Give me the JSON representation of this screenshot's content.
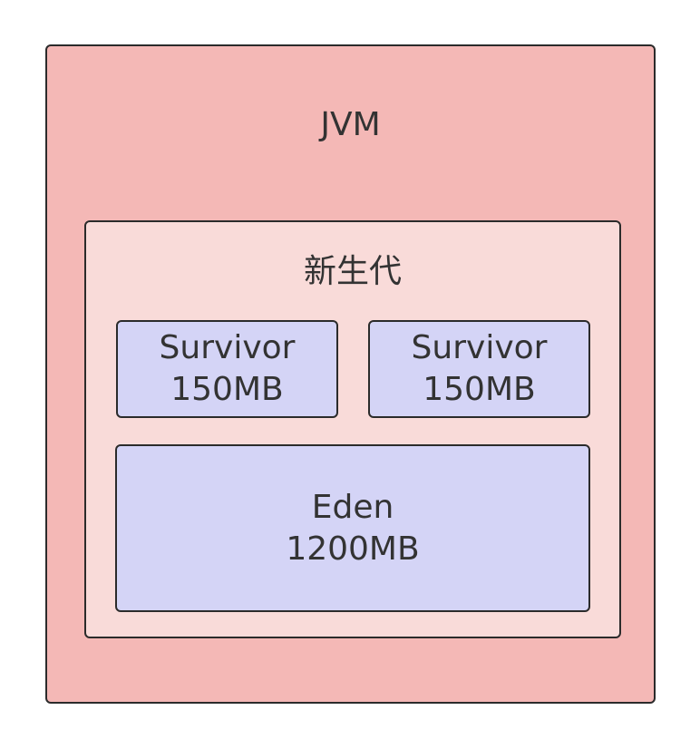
{
  "jvm": {
    "label": "JVM",
    "color": "#f4b8b6"
  },
  "young_generation": {
    "label": "新生代",
    "color": "#f9dbd9"
  },
  "survivors": [
    {
      "name": "Survivor",
      "size": "150MB"
    },
    {
      "name": "Survivor",
      "size": "150MB"
    }
  ],
  "eden": {
    "name": "Eden",
    "size": "1200MB"
  },
  "region_color": "#d4d4f6",
  "border_color": "#2b2b2b"
}
